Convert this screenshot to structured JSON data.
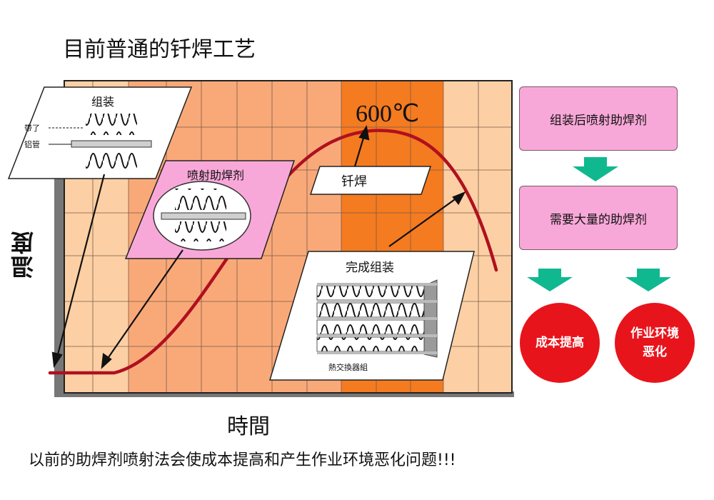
{
  "title": "目前普通的钎焊工艺",
  "axes": {
    "x_label": "時間",
    "y_label": "温度"
  },
  "peak_label": "600℃",
  "steps": {
    "assembly": {
      "title": "组装",
      "label_fin": "带了",
      "label_tube": "铝管"
    },
    "flux_spray": {
      "title": "喷射助焊剂"
    },
    "brazing": {
      "title": "钎焊"
    },
    "complete": {
      "title": "完成组装",
      "sub": "熱交換器組"
    }
  },
  "flow": {
    "box1": "组装后喷射助焊剂",
    "box2": "需要大量的助焊剂",
    "result1": "成本提高",
    "result2_line1": "作业环境",
    "result2_line2": "恶化"
  },
  "caption": "以前的助焊剂喷射法会使成本提高和产生作业环境恶化问题!!!",
  "colors": {
    "grid_light": "#fcd0a4",
    "grid_mid": "#f9a978",
    "grid_peak": "#f47b20",
    "curve": "#b01020",
    "flow_box": "#f8a8d8",
    "arrow": "#10b890",
    "result": "#e8141c"
  }
}
